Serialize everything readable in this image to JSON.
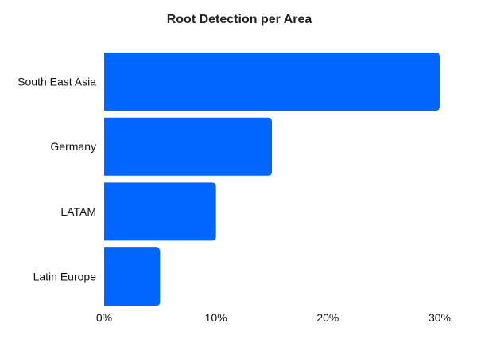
{
  "chart_data": {
    "type": "bar",
    "orientation": "horizontal",
    "title": "Root Detection per Area",
    "xlabel": "",
    "ylabel": "",
    "categories": [
      "South East Asia",
      "Germany",
      "LATAM",
      "Latin Europe"
    ],
    "values": [
      30,
      15,
      10,
      5
    ],
    "unit": "%",
    "xlim": [
      0,
      30
    ],
    "xticks": [
      "0%",
      "10%",
      "20%",
      "30%"
    ],
    "grid": false,
    "legend": "none",
    "bar_color": "#0066ff"
  }
}
